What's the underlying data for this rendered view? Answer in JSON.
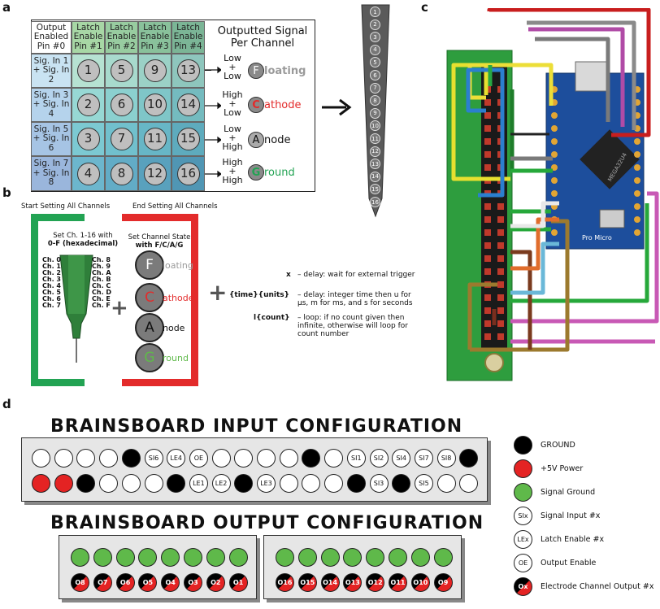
{
  "panel_labels": {
    "a": "a",
    "b": "b",
    "c": "c",
    "d": "d"
  },
  "panel_a": {
    "headers": [
      "Output Enabled Pin #0",
      "Latch Enable Pin #1",
      "Latch Enable Pin #2",
      "Latch Enable Pin #3",
      "Latch Enable Pin #4"
    ],
    "rows": [
      {
        "label": "Sig. In 1 + Sig. In 2",
        "channels": [
          "1",
          "5",
          "9",
          "13"
        ]
      },
      {
        "label": "Sig. In 3 + Sig. In 4",
        "channels": [
          "2",
          "6",
          "10",
          "14"
        ]
      },
      {
        "label": "Sig. In 5 + Sig. In 6",
        "channels": [
          "3",
          "7",
          "11",
          "15"
        ]
      },
      {
        "label": "Sig. In 7 + Sig. In 8",
        "channels": [
          "4",
          "8",
          "12",
          "16"
        ]
      }
    ],
    "signal_title": "Outputted Signal Per Channel",
    "states": [
      {
        "logic": "Low + Low",
        "letter": "F",
        "rest": "loating",
        "color": "#9a9a9a"
      },
      {
        "logic": "High + Low",
        "letter": "C",
        "rest": "athode",
        "color": "#e32b2b"
      },
      {
        "logic": "Low + High",
        "letter": "A",
        "rest": "node",
        "color": "#111111"
      },
      {
        "logic": "High + High",
        "letter": "G",
        "rest": "round",
        "color": "#22a353"
      }
    ],
    "electrode_numbers": [
      "1",
      "2",
      "3",
      "4",
      "5",
      "6",
      "7",
      "8",
      "9",
      "10",
      "11",
      "12",
      "13",
      "14",
      "15",
      "16"
    ]
  },
  "panel_b": {
    "start_label": "Start Setting All Channels",
    "end_label": "End Setting All Channels",
    "set_ch_line1": "Set Ch. 1-16 with",
    "set_ch_line2": "0-F (hexadecimal)",
    "left_channels": [
      "Ch. 0",
      "Ch. 1",
      "Ch. 2",
      "Ch. 3",
      "Ch. 4",
      "Ch. 5",
      "Ch. 6",
      "Ch. 7"
    ],
    "right_channels": [
      "Ch. 8",
      "Ch. 9",
      "Ch. A",
      "Ch. B",
      "Ch. C",
      "Ch. D",
      "Ch. E",
      "Ch. F"
    ],
    "set_state_line1": "Set Channel State",
    "set_state_line2": "with F/C/A/G",
    "plus": "+",
    "commands": [
      {
        "cmd": "x",
        "desc": "– delay: wait for external trigger"
      },
      {
        "cmd": "{time}{units}",
        "desc": "– delay: integer time then u for µs, m for ms, and s for seconds"
      },
      {
        "cmd": "l{count}",
        "desc": "– loop: if no count given then infinite, otherwise will loop for count number"
      }
    ]
  },
  "panel_c": {
    "board_label": "Pro Micro",
    "chip_label": "MEGA32U4"
  },
  "panel_d": {
    "input_title": "BRAINSBOARD INPUT CONFIGURATION",
    "output_title": "BRAINSBOARD OUTPUT CONFIGURATION",
    "input_row1": [
      {
        "t": "white",
        "l": ""
      },
      {
        "t": "white",
        "l": ""
      },
      {
        "t": "white",
        "l": ""
      },
      {
        "t": "white",
        "l": ""
      },
      {
        "t": "black",
        "l": ""
      },
      {
        "t": "white",
        "l": "SI6"
      },
      {
        "t": "white",
        "l": "LE4"
      },
      {
        "t": "white",
        "l": "OE"
      },
      {
        "t": "white",
        "l": ""
      },
      {
        "t": "white",
        "l": ""
      },
      {
        "t": "white",
        "l": ""
      },
      {
        "t": "white",
        "l": ""
      },
      {
        "t": "black",
        "l": ""
      },
      {
        "t": "white",
        "l": ""
      },
      {
        "t": "white",
        "l": "SI1"
      },
      {
        "t": "white",
        "l": "SI2"
      },
      {
        "t": "white",
        "l": "SI4"
      },
      {
        "t": "white",
        "l": "SI7"
      },
      {
        "t": "white",
        "l": "SI8"
      },
      {
        "t": "black",
        "l": ""
      }
    ],
    "input_row2": [
      {
        "t": "red",
        "l": ""
      },
      {
        "t": "red",
        "l": ""
      },
      {
        "t": "black",
        "l": ""
      },
      {
        "t": "white",
        "l": ""
      },
      {
        "t": "white",
        "l": ""
      },
      {
        "t": "white",
        "l": ""
      },
      {
        "t": "black",
        "l": ""
      },
      {
        "t": "white",
        "l": "LE1"
      },
      {
        "t": "white",
        "l": "LE2"
      },
      {
        "t": "black",
        "l": ""
      },
      {
        "t": "white",
        "l": "LE3"
      },
      {
        "t": "white",
        "l": ""
      },
      {
        "t": "white",
        "l": ""
      },
      {
        "t": "white",
        "l": ""
      },
      {
        "t": "black",
        "l": ""
      },
      {
        "t": "white",
        "l": "SI3"
      },
      {
        "t": "black",
        "l": ""
      },
      {
        "t": "white",
        "l": "SI5"
      },
      {
        "t": "white",
        "l": ""
      },
      {
        "t": "white",
        "l": ""
      }
    ],
    "output_left": [
      "O8",
      "O7",
      "O6",
      "O5",
      "O4",
      "O3",
      "O2",
      "O1"
    ],
    "output_right": [
      "O16",
      "O15",
      "O14",
      "O13",
      "O12",
      "O11",
      "O10",
      "O9"
    ],
    "legend": [
      {
        "type": "black",
        "text": "GROUND",
        "pin": ""
      },
      {
        "type": "red",
        "text": "+5V Power",
        "pin": ""
      },
      {
        "type": "green",
        "text": "Signal Ground",
        "pin": ""
      },
      {
        "type": "white",
        "text": "Signal Input #x",
        "pin": "SIx"
      },
      {
        "type": "white",
        "text": "Latch Enable #x",
        "pin": "LEx"
      },
      {
        "type": "white",
        "text": "Output Enable",
        "pin": "OE"
      },
      {
        "type": "out",
        "text": "Electrode Channel Output #x",
        "pin": "Ox"
      }
    ]
  }
}
